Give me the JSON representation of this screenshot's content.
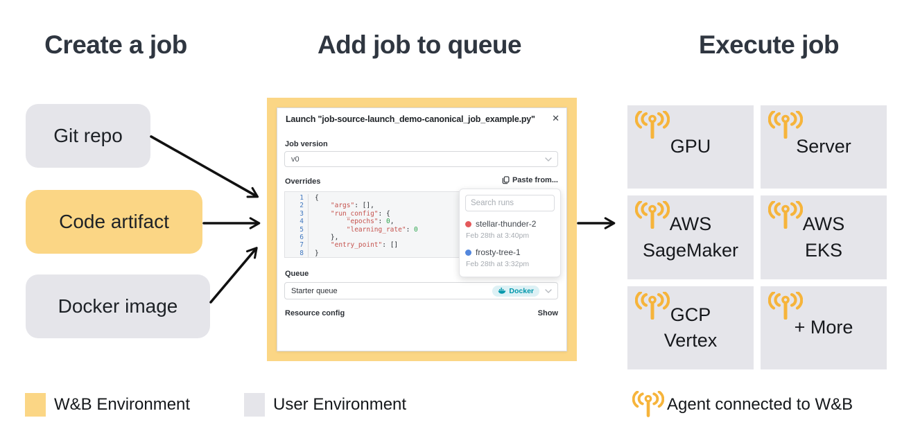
{
  "headings": {
    "create": "Create a job",
    "queue": "Add job to queue",
    "execute": "Execute job"
  },
  "create_boxes": [
    {
      "label": "Git repo",
      "env": "user"
    },
    {
      "label": "Code artifact",
      "env": "wandb"
    },
    {
      "label": "Docker image",
      "env": "user"
    }
  ],
  "modal": {
    "title": "Launch \"job-source-launch_demo-canonical_job_example.py\"",
    "close_label": "✕",
    "job_version": {
      "label": "Job version",
      "value": "v0"
    },
    "overrides": {
      "label": "Overrides",
      "paste_from": "Paste from..."
    },
    "code_lines": [
      {
        "n": "1",
        "seg": [
          {
            "t": "{",
            "c": "p"
          }
        ]
      },
      {
        "n": "2",
        "seg": [
          {
            "t": "    ",
            "c": "p"
          },
          {
            "t": "\"args\"",
            "c": "k"
          },
          {
            "t": ": [],",
            "c": "p"
          }
        ]
      },
      {
        "n": "3",
        "seg": [
          {
            "t": "    ",
            "c": "p"
          },
          {
            "t": "\"run_config\"",
            "c": "k"
          },
          {
            "t": ": {",
            "c": "p"
          }
        ]
      },
      {
        "n": "4",
        "seg": [
          {
            "t": "        ",
            "c": "p"
          },
          {
            "t": "\"epochs\"",
            "c": "k"
          },
          {
            "t": ": ",
            "c": "p"
          },
          {
            "t": "0",
            "c": "n"
          },
          {
            "t": ",",
            "c": "p"
          }
        ]
      },
      {
        "n": "5",
        "seg": [
          {
            "t": "        ",
            "c": "p"
          },
          {
            "t": "\"learning_rate\"",
            "c": "k"
          },
          {
            "t": ": ",
            "c": "p"
          },
          {
            "t": "0",
            "c": "n"
          }
        ]
      },
      {
        "n": "6",
        "seg": [
          {
            "t": "    },",
            "c": "p"
          }
        ]
      },
      {
        "n": "7",
        "seg": [
          {
            "t": "    ",
            "c": "p"
          },
          {
            "t": "\"entry_point\"",
            "c": "k"
          },
          {
            "t": ": []",
            "c": "p"
          }
        ]
      },
      {
        "n": "8",
        "seg": [
          {
            "t": "}",
            "c": "p"
          }
        ]
      }
    ],
    "queue": {
      "label": "Queue",
      "value": "Starter queue",
      "badge": "Docker"
    },
    "resource": {
      "label": "Resource config",
      "action": "Show"
    }
  },
  "runs_dropdown": {
    "search_placeholder": "Search runs",
    "runs": [
      {
        "name": "stellar-thunder-2",
        "time": "Feb 28th at 3:40pm",
        "dot_color": "#e4595b"
      },
      {
        "name": "frosty-tree-1",
        "time": "Feb 28th at 3:32pm",
        "dot_color": "#5387dd"
      }
    ]
  },
  "execute_boxes": [
    {
      "lines": [
        "GPU"
      ]
    },
    {
      "lines": [
        "Server"
      ]
    },
    {
      "lines": [
        "AWS",
        "SageMaker"
      ]
    },
    {
      "lines": [
        "AWS",
        "EKS"
      ]
    },
    {
      "lines": [
        "GCP",
        "Vertex"
      ]
    },
    {
      "lines": [
        "+ More"
      ]
    }
  ],
  "legend": {
    "wandb": "W&B Environment",
    "user": "User Environment",
    "agent": "Agent connected to W&B"
  },
  "colors": {
    "wandb_yellow": "#fbd685",
    "user_gray": "#e5e5ea",
    "agent_orange": "#f6b43b",
    "key_red": "#c5524d",
    "num_green": "#2da44e",
    "line_num_blue": "#4178c0",
    "docker_teal": "#0097ab",
    "docker_bg": "#ddf1f5"
  }
}
